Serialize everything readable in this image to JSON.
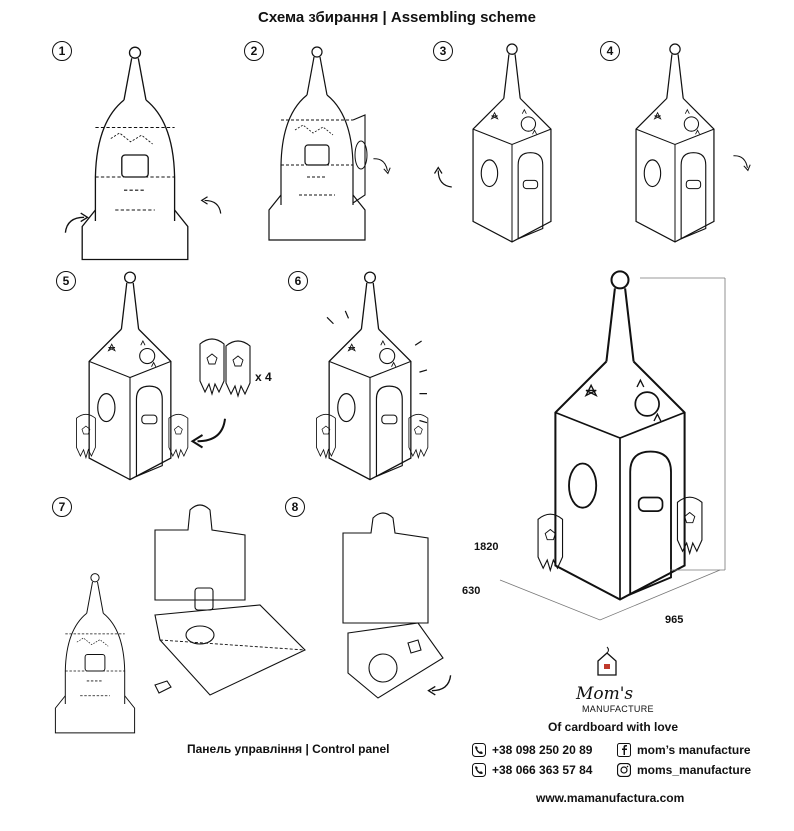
{
  "title": "Схема збирання | Assembling scheme",
  "steps": [
    "1",
    "2",
    "3",
    "4",
    "5",
    "6",
    "7",
    "8"
  ],
  "quantity_label": "x 4",
  "dimensions": {
    "height": "1820",
    "depth": "630",
    "width": "965"
  },
  "control_panel_caption": "Панель управління | Control panel",
  "brand": {
    "logo_text": "Mom's",
    "logo_sub": "MANUFACTURE",
    "tagline": "Of cardboard with love"
  },
  "contacts": {
    "phone1": "+38 098 250 20 89",
    "phone2": "+38 066 363 57 84",
    "facebook": "mom’s manufacture",
    "instagram": "moms_manufacture"
  },
  "website": "www.mamanufactura.com",
  "icons": [
    "phone-icon",
    "facebook-icon",
    "instagram-icon",
    "house-logo-icon",
    "rotate-arrow-icon"
  ]
}
